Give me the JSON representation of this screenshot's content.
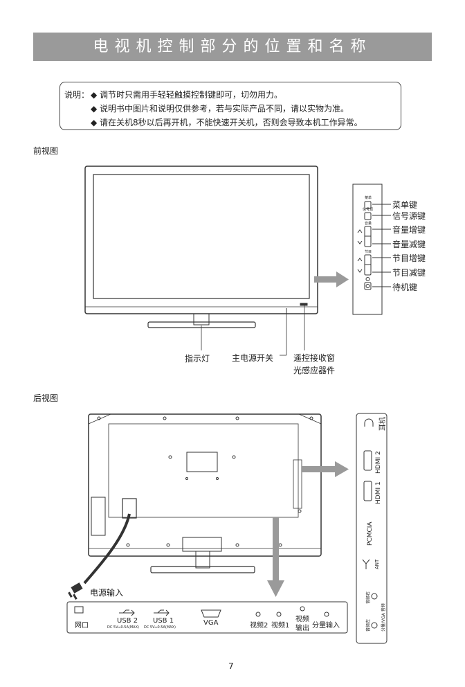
{
  "title": "电视机控制部分的位置和名称",
  "note": {
    "label": "说明：",
    "items": [
      "◆ 调节时只需用手轻轻触摸控制键即可，切勿用力。",
      "◆ 说明书中图片和说明仅供参考，若与实际产品不同，请以实物为准。",
      "◆ 请在关机8秒以后再开机，不能快速开关机，否则会导致本机工作异常。"
    ]
  },
  "front": {
    "section": "前视图",
    "side_keys": [
      "菜单键",
      "信号源键",
      "音量增键",
      "音量减键",
      "节目增键",
      "节目减键",
      "待机键"
    ],
    "panel_marks": [
      "菜单",
      "信号源",
      "音量",
      "节目"
    ],
    "callouts": {
      "indicator": "指示灯",
      "main_power": "主电源开关",
      "ir_window_1": "遥控接收窗",
      "ir_window_2": "光感应器件"
    }
  },
  "rear": {
    "section": "后视图",
    "power_input": "电源输入",
    "side_ports": [
      "耳机",
      "HDMI 2",
      "HDMI 1",
      "PCMCIA",
      "ANT"
    ],
    "side_audio": [
      "音频左",
      "音频右",
      "分量/VGA 音频"
    ],
    "bottom_ports": {
      "lan": "网口",
      "usb2": "USB 2",
      "usb2_spec": "DC 5V⎓0.5A(MAX)",
      "usb1": "USB 1",
      "usb1_spec": "DC 5V⎓0.5A(MAX)",
      "vga": "VGA",
      "video2": "视频2",
      "video1": "视频1",
      "video_out_1": "视频",
      "video_out_2": "输出",
      "component_in": "分量输入"
    }
  },
  "page_number": "7"
}
